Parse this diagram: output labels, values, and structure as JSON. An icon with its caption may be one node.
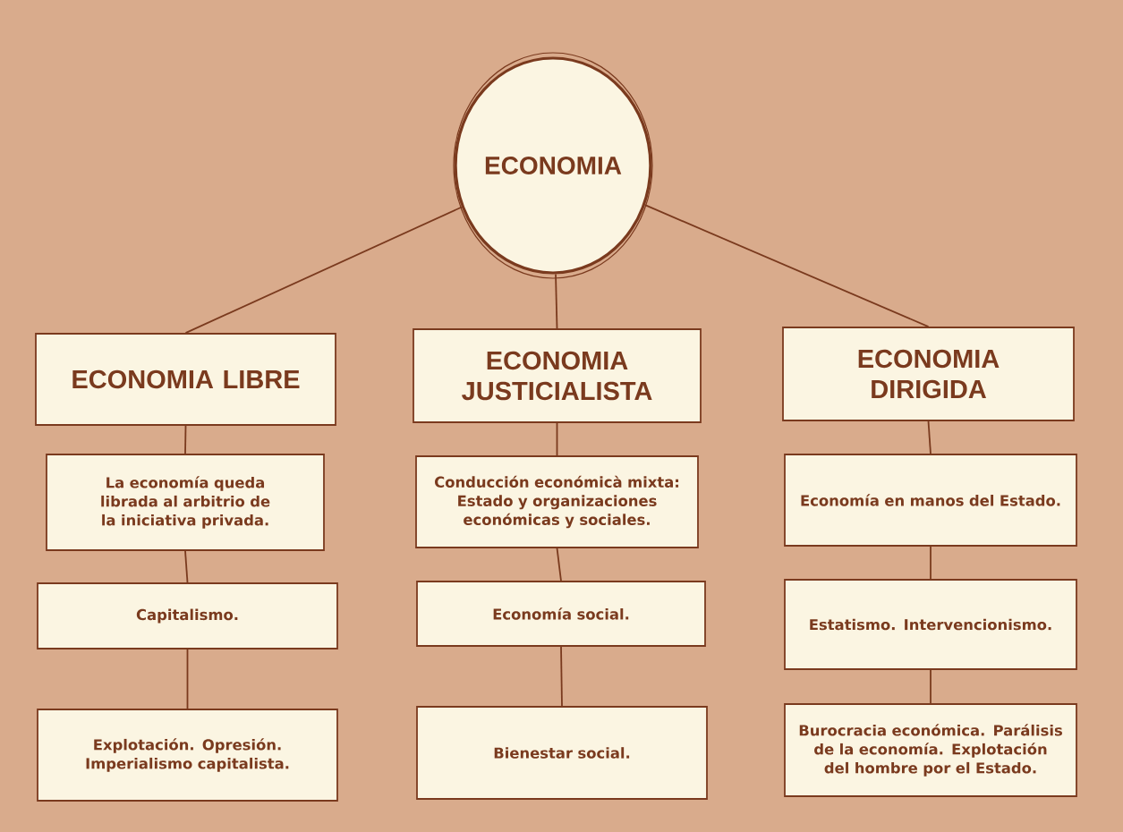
{
  "diagram": {
    "nodes": [
      {
        "text": [
          "ECONOMIA"
        ]
      },
      {
        "text": [
          "ECONOMIA LIBRE"
        ]
      },
      {
        "text": [
          "La economía queda librada al arbitrio de la iniciativa privada."
        ]
      },
      {
        "text": [
          "Capitalismo."
        ]
      },
      {
        "text": [
          "Explotación. Opresión. Imperialismo capitalista."
        ]
      },
      {
        "text": [
          "ECONOMIA JUSTICIALISTA"
        ]
      },
      {
        "text": [
          "Conducción económicà mixta: Estado y organizaciones económicas y sociales."
        ]
      },
      {
        "text": [
          "Economía social."
        ]
      },
      {
        "text": [
          "Bienestar social."
        ]
      },
      {
        "text": [
          "ECONOMIA DIRIGIDA"
        ]
      },
      {
        "text": [
          "Economía en manos del Estado."
        ]
      },
      {
        "text": [
          "Estatismo. Intervencionismo."
        ]
      },
      {
        "text": [
          "Burocracia económica. Parálisis de la economía. Explotación del hombre por el Estado."
        ]
      }
    ],
    "edges": [
      {
        "from": 0,
        "to": 1,
        "arrow": "none"
      },
      {
        "from": 0,
        "to": 5,
        "arrow": "none"
      },
      {
        "from": 0,
        "to": 9,
        "arrow": "none"
      },
      {
        "from": 1,
        "to": 2,
        "arrow": "none"
      },
      {
        "from": 2,
        "to": 3,
        "arrow": "none"
      },
      {
        "from": 3,
        "to": 4,
        "arrow": "none"
      },
      {
        "from": 5,
        "to": 6,
        "arrow": "none"
      },
      {
        "from": 6,
        "to": 7,
        "arrow": "none"
      },
      {
        "from": 7,
        "to": 8,
        "arrow": "none"
      },
      {
        "from": 9,
        "to": 10,
        "arrow": "none"
      },
      {
        "from": 10,
        "to": 11,
        "arrow": "none"
      },
      {
        "from": 11,
        "to": 12,
        "arrow": "none"
      }
    ]
  }
}
